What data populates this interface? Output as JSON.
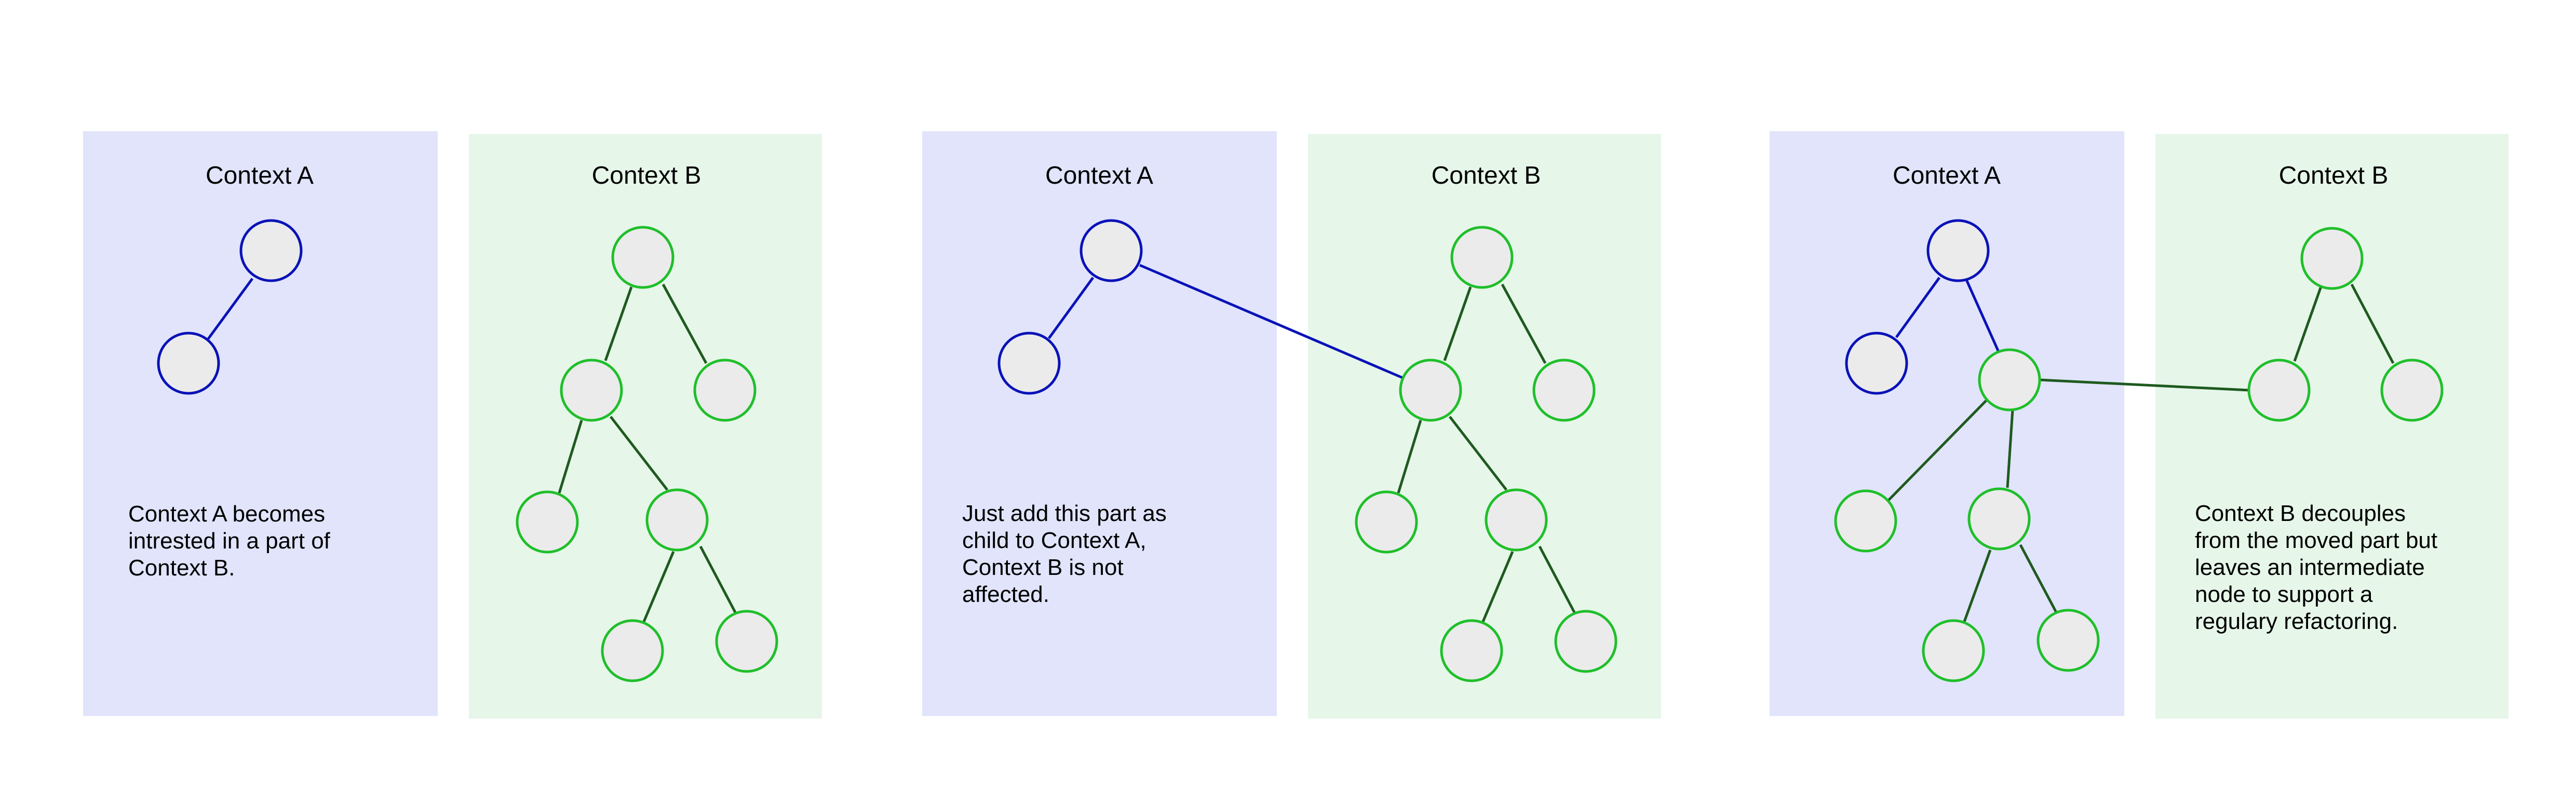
{
  "colors": {
    "context_a_fill": "#e1e4fb",
    "context_b_fill": "#e6f6e9",
    "node_fill": "#ebebeb",
    "context_a_stroke": "#0a12b8",
    "context_b_stroke": "#1fbf2a",
    "context_b_edge": "#1f5a1f",
    "cross_edge": "#0a12b8"
  },
  "panels": [
    {
      "stage": 1,
      "context_a": {
        "title": "Context A",
        "description": [
          "Context A becomes",
          "intrested in a part of",
          "Context B."
        ]
      },
      "context_b": {
        "title": "Context B",
        "description": []
      }
    },
    {
      "stage": 2,
      "context_a": {
        "title": "Context A",
        "description": [
          "Just add this part as",
          "child to Context A,",
          "Context B is not",
          "affected."
        ]
      },
      "context_b": {
        "title": "Context B",
        "description": []
      }
    },
    {
      "stage": 3,
      "context_a": {
        "title": "Context A",
        "description": []
      },
      "context_b": {
        "title": "Context B",
        "description": [
          "Context B decouples",
          "from the moved part but",
          "leaves an intermediate",
          "node to support a",
          "regulary refactoring."
        ]
      }
    }
  ]
}
